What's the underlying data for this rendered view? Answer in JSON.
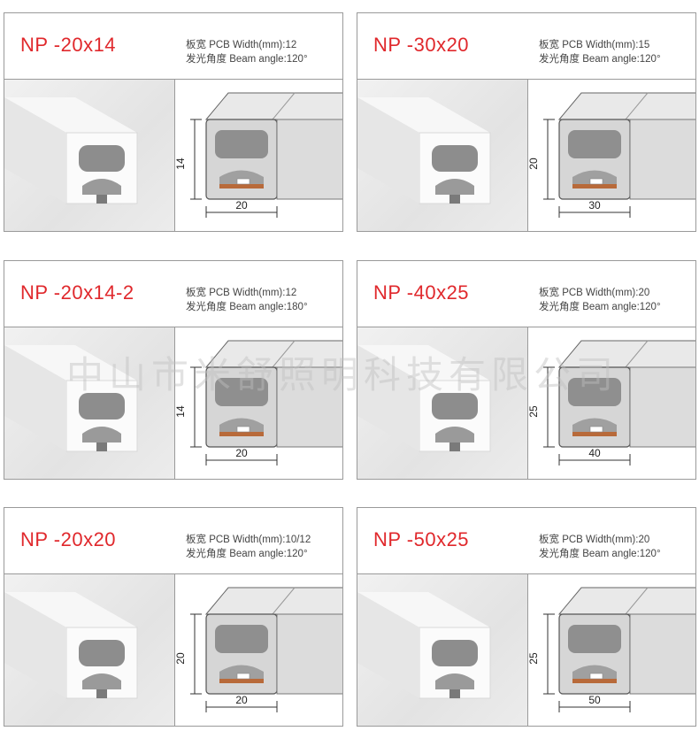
{
  "products": [
    {
      "model": "NP -20x14",
      "pcb": "板宽  PCB Width(mm):12",
      "beam": "发光角度  Beam angle:120°",
      "dims": {
        "width": "20",
        "height": "14"
      }
    },
    {
      "model": "NP  -30x20",
      "pcb": "板宽  PCB Width(mm):15",
      "beam": "发光角度  Beam angle:120°",
      "dims": {
        "width": "30",
        "height": "20"
      }
    },
    {
      "model": "NP -20x14-2",
      "pcb": "板宽  PCB Width(mm):12",
      "beam": "发光角度  Beam angle:180°",
      "dims": {
        "width": "20",
        "height": "14"
      }
    },
    {
      "model": "NP  -40x25",
      "pcb": "板宽  PCB Width(mm):20",
      "beam": "发光角度  Beam angle:120°",
      "dims": {
        "width": "40",
        "height": "25"
      }
    },
    {
      "model": "NP -20x20",
      "pcb": "板宽  PCB Width(mm):10/12",
      "beam": "发光角度  Beam angle:120°",
      "dims": {
        "width": "20",
        "height": "20"
      }
    },
    {
      "model": "NP  -50x25",
      "pcb": "板宽  PCB Width(mm):20",
      "beam": "发光角度  Beam angle:120°",
      "dims": {
        "width": "50",
        "height": "25"
      }
    }
  ],
  "watermark": "中山市米舒照明科技有限公司",
  "colors": {
    "model_text": "#e0282c",
    "border": "#9a9a9a",
    "led_strip": "#b86a3a"
  }
}
